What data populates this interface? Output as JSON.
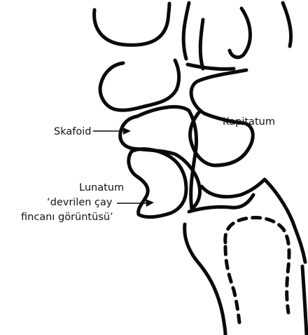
{
  "labels": {
    "kapitatum": "Kapitatum",
    "skafoid": "Skafoid",
    "lunatum_line1": "Lunatum",
    "lunatum_line2": "‘devrilen çay",
    "lunatum_line3": "fincanı görüntüsü’"
  },
  "colors": {
    "outline": "#0a0a0a",
    "background": "#ffffff"
  }
}
